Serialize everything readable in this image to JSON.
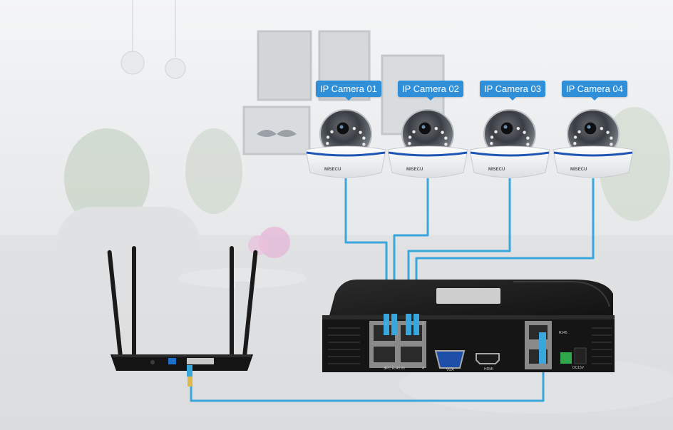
{
  "cameras": [
    {
      "label": "IP Camera 01",
      "brand": "MISECU"
    },
    {
      "label": "IP Camera 02",
      "brand": "MISECU"
    },
    {
      "label": "IP Camera 03",
      "brand": "MISECU"
    },
    {
      "label": "IP Camera 04",
      "brand": "MISECU"
    }
  ],
  "nvr": {
    "port_labels": {
      "vga": "VGA",
      "hdmi": "HDMI",
      "rj45": "RJ45",
      "poe": "IPC RJ45  IN",
      "power": "DC15V",
      "port_numbers": [
        "1",
        "2",
        "3",
        "4"
      ]
    }
  },
  "colors": {
    "label_bg": "#2f8fd8",
    "cable": "#39a7dc",
    "device_body": "#1a1a1a",
    "background": "#e8eaec"
  }
}
